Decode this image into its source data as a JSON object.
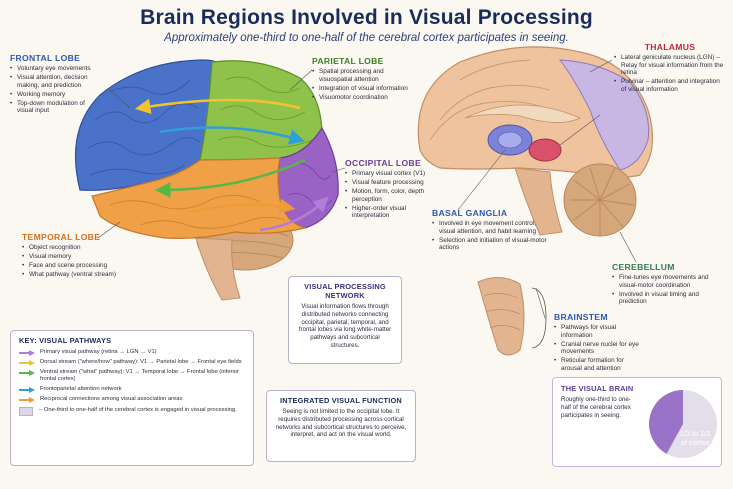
{
  "title": "Brain Regions Involved in Visual Processing",
  "subtitle": "Approximately one-third to one-half of the cerebral cortex participates in seeing.",
  "colors": {
    "frontal": "#4a72c9",
    "parietal": "#8fc24a",
    "occipital": "#9a62c4",
    "temporal": "#f0a046",
    "thalamus": "#d9516b",
    "basal_ganglia": "#7b82d8",
    "cerebellum": "#d6a77a",
    "brainstem": "#e2b48f",
    "title": "#1a2c5b"
  },
  "regions": {
    "frontal": {
      "name": "FRONTAL LOBE",
      "items": [
        "Voluntary eye movements",
        "Visual attention, decision making, and prediction",
        "Working memory",
        "Top-down modulation of visual input"
      ]
    },
    "parietal": {
      "name": "PARIETAL LOBE",
      "items": [
        "Spatial processing and visuospatial attention",
        "Integration of visual information",
        "Visuomotor coordination"
      ]
    },
    "occipital": {
      "name": "OCCIPITAL LOBE",
      "items": [
        "Primary visual cortex (V1)",
        "Visual feature processing",
        "Motion, form, color, depth perception",
        "Higher-order visual interpretation"
      ]
    },
    "temporal": {
      "name": "TEMPORAL LOBE",
      "items": [
        "Object recognition",
        "Visual memory",
        "Face and scene processing",
        "What pathway (ventral stream)"
      ]
    },
    "thalamus": {
      "name": "THALAMUS",
      "items": [
        "Lateral geniculate nucleus (LGN) – Relay for visual information from the retina",
        "Pulvinar – attention and integration of visual information"
      ]
    },
    "basal_ganglia": {
      "name": "BASAL GANGLIA",
      "items": [
        "Involved in eye movement control, visual attention, and habit learning",
        "Selection and initiation of visual-motor actions"
      ]
    },
    "cerebellum": {
      "name": "CEREBELLUM",
      "items": [
        "Fine-tunes eye movements and visual-motor coordination",
        "Involved in visual timing and prediction"
      ]
    },
    "brainstem": {
      "name": "BRAINSTEM",
      "items": [
        "Pathways for visual information",
        "Cranial nerve nuclei for eye movements",
        "Reticular formation for arousal and attention"
      ]
    }
  },
  "network_box": {
    "title": "VISUAL PROCESSING NETWORK",
    "text": "Visual information flows through distributed networks connecting occipital, parietal, temporal, and frontal lobes via long white-matter pathways and subcortical structures."
  },
  "integrated_box": {
    "title": "INTEGRATED VISUAL FUNCTION",
    "text": "Seeing is not limited to the occipital lobe. It requires distributed processing across cortical networks and subcortical structures to perceive, interpret, and act on the visual world."
  },
  "visual_brain_box": {
    "title": "THE VISUAL BRAIN",
    "text": "Roughly one-third to one-half of the cerebral cortex participates in seeing.",
    "pie_label": "1/3 to 1/2 of cortex",
    "pie_fraction": 0.42,
    "pie_color": "#9a72c7",
    "pie_rest_color": "#e3deea"
  },
  "key": {
    "title": "KEY: VISUAL PATHWAYS",
    "items": [
      {
        "text": "Primary visual pathway (retina → LGN → V1)",
        "color": "#b07ed8"
      },
      {
        "text": "Dorsal stream (\"where/how\" pathway): V1 → Parietal lobe → Frontal eye fields",
        "color": "#f2c230"
      },
      {
        "text": "Ventral stream (\"what\" pathway): V1 → Temporal lobe → Frontal lobe (inferior frontal cortex)",
        "color": "#58b847"
      },
      {
        "text": "Frontoparietal attention network",
        "color": "#2f9fd8"
      },
      {
        "text": "Reciprocal connections among visual association areas",
        "color": "#f09a3a"
      }
    ],
    "swatch_text": "– One-third to one-half of the cerebral cortex is engaged in visual processing."
  }
}
